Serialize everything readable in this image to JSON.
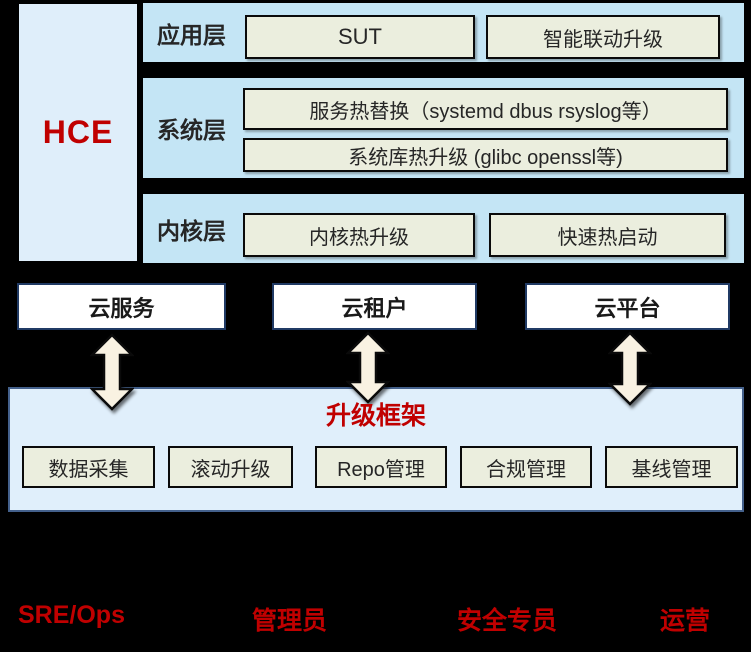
{
  "hce": {
    "label": "HCE"
  },
  "layers": [
    {
      "name": "应用层",
      "boxes": [
        "SUT",
        "智能联动升级"
      ]
    },
    {
      "name": "系统层",
      "boxes": [
        "服务热替换（systemd dbus rsyslog等）",
        "系统库热升级 (glibc openssl等)"
      ]
    },
    {
      "name": "内核层",
      "boxes": [
        "内核热升级",
        "快速热启动"
      ]
    }
  ],
  "clouds": [
    "云服务",
    "云租户",
    "云平台"
  ],
  "framework": {
    "title": "升级框架",
    "modules": [
      "数据采集",
      "滚动升级",
      "Repo管理",
      "合规管理",
      "基线管理"
    ]
  },
  "roles": [
    "SRE/Ops",
    "管理员",
    "安全专员",
    "运营"
  ],
  "icons": {
    "arrow": "bidirectional-arrow-icon"
  },
  "colors": {
    "background": "#000000",
    "hce_blue": "#dfeefa",
    "row_blue": "#c4e5f5",
    "cream": "#ebeede",
    "navy_border": "#203a64",
    "panel_blue": "#e0effb",
    "panel_border": "#44618c",
    "arrow_fill": "#f9f2e2",
    "accent_red": "#c00000"
  }
}
